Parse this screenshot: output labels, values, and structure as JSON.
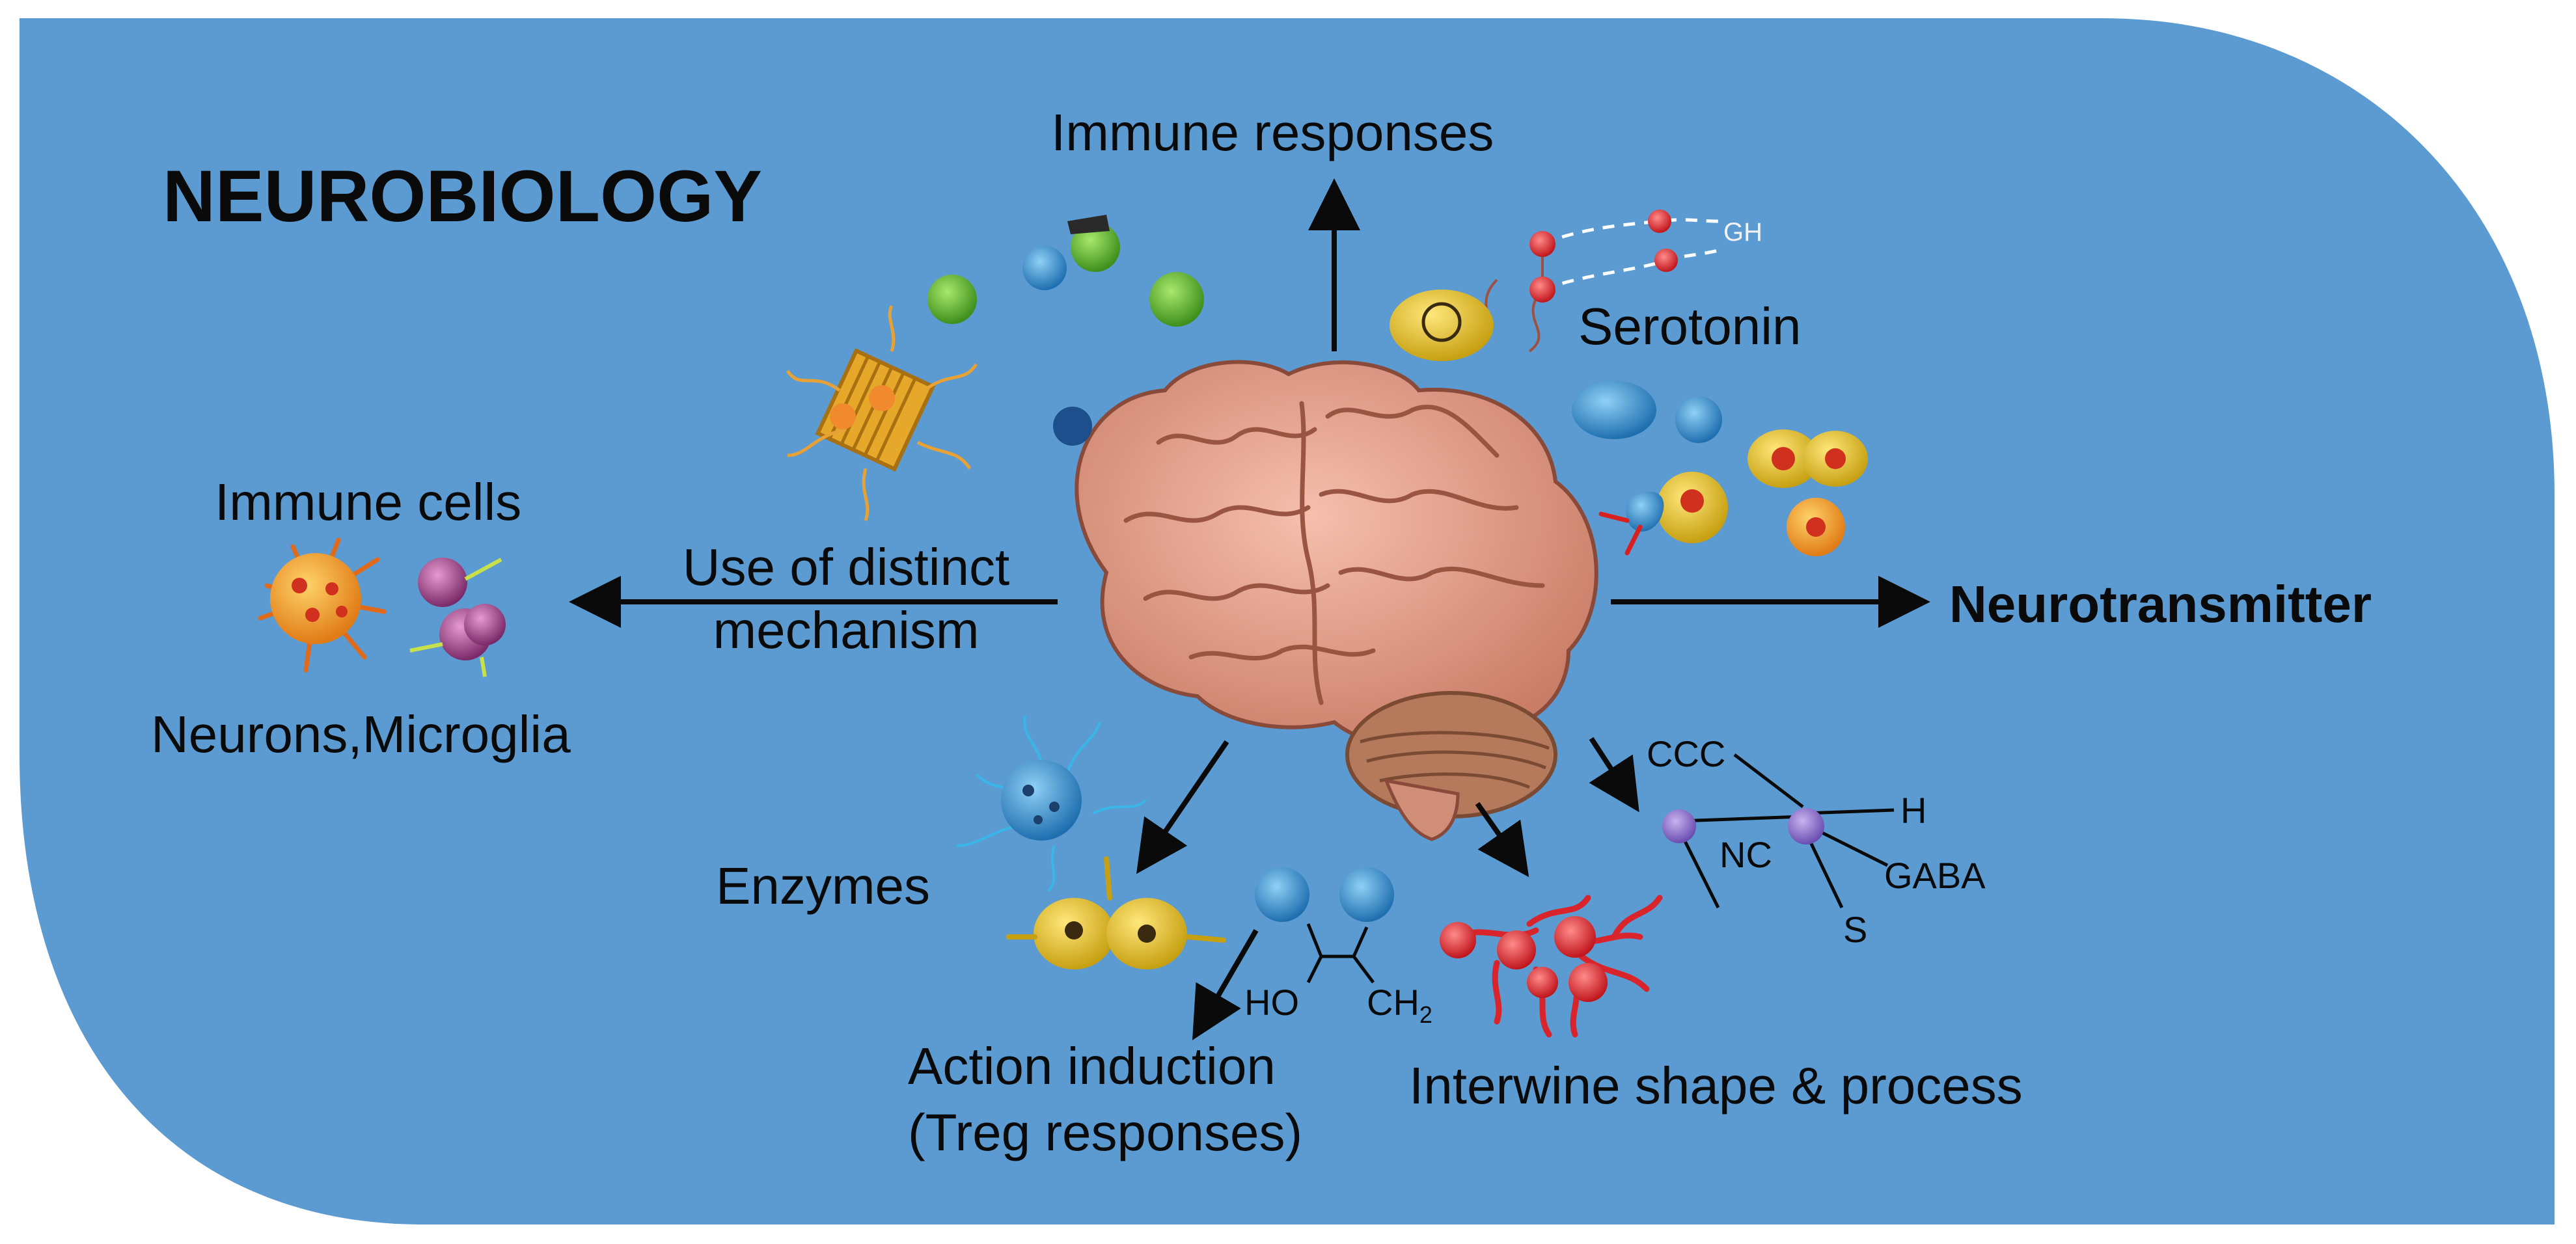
{
  "title": "NEUROBIOLOGY",
  "labels": {
    "immune_responses": "Immune responses",
    "serotonin": "Serotonin",
    "immune_cells": "Immune cells",
    "use_of_distinct_line1": "Use of distinct",
    "use_of_distinct_line2": "mechanism",
    "neurotransmitter": "Neurotransmitter",
    "neurons_microglia": "Neurons,Microglia",
    "enzymes": "Enzymes",
    "action_induction_line1": "Action induction",
    "action_induction_line2": "(Treg responses)",
    "interwine": "Interwine shape & process"
  },
  "chem_labels": {
    "ccc": "CCC",
    "h": "H",
    "nc": "NC",
    "gaba": "GABA",
    "s": "S",
    "ho": "HO",
    "ch2": "CH",
    "ch2_sub": "2",
    "gh": "GH"
  },
  "colors": {
    "background_panel": "#5b9bd1",
    "text": "#0a0a0a",
    "arrow": "#0a0a0a",
    "brain": "#e3a08c",
    "cerebellum": "#b57a5c"
  },
  "icons": [
    "brain-icon",
    "immune-cell-icon",
    "enzyme-icon",
    "molecule-icon",
    "neuron-cluster-icon"
  ]
}
